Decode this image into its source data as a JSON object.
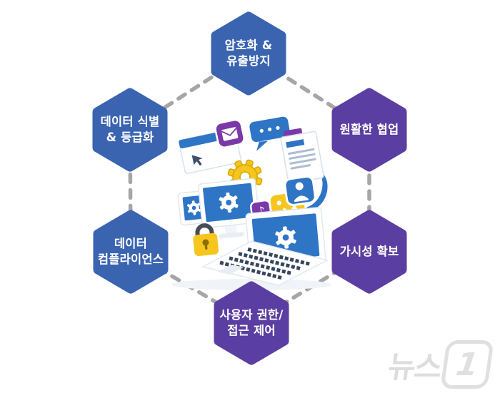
{
  "palette": {
    "hex_blue": "#3A64B0",
    "hex_purple": "#5B3EA1",
    "dash_gray": "#A6A6A6",
    "illo_blue": "#2E75C5",
    "illo_yellow": "#F5C71E",
    "illo_yellow_dark": "#D9A908",
    "illo_purple": "#7B39A8",
    "background": "#FFFFFF",
    "watermark_gray": "#DDDDDD"
  },
  "diagram": {
    "nodes": [
      {
        "id": "encryption-leak-prevention",
        "line1": "암호화 &",
        "line2": "유출방지",
        "color": "#3A64B0"
      },
      {
        "id": "data-identification-grading",
        "line1": "데이터 식별",
        "line2": "& 등급화",
        "color": "#3A64B0"
      },
      {
        "id": "smooth-collaboration",
        "line1": "원활한 협업",
        "line2": "",
        "color": "#5B3EA1"
      },
      {
        "id": "data-compliance",
        "line1": "데이터",
        "line2": "컴플라이언스",
        "color": "#3A64B0"
      },
      {
        "id": "visibility-securing",
        "line1": "가시성 확보",
        "line2": "",
        "color": "#5B3EA1"
      },
      {
        "id": "user-permission-access-control",
        "line1": "사용자 권한/",
        "line2": "접근 제어",
        "color": "#5B3EA1"
      }
    ],
    "connector": {
      "color": "#A6A6A6",
      "style": "dashed"
    },
    "center_illustration": {
      "icons": [
        "cloud-icon",
        "gear-icon",
        "monitor-icon",
        "tablet-icon",
        "laptop-icon",
        "padlock-icon",
        "mail-icon",
        "chat-bubble-icon",
        "document-icon",
        "user-card-icon",
        "music-icon",
        "image-icon",
        "browser-window-icon"
      ]
    }
  },
  "watermark": {
    "text": "뉴스",
    "number": "1"
  }
}
